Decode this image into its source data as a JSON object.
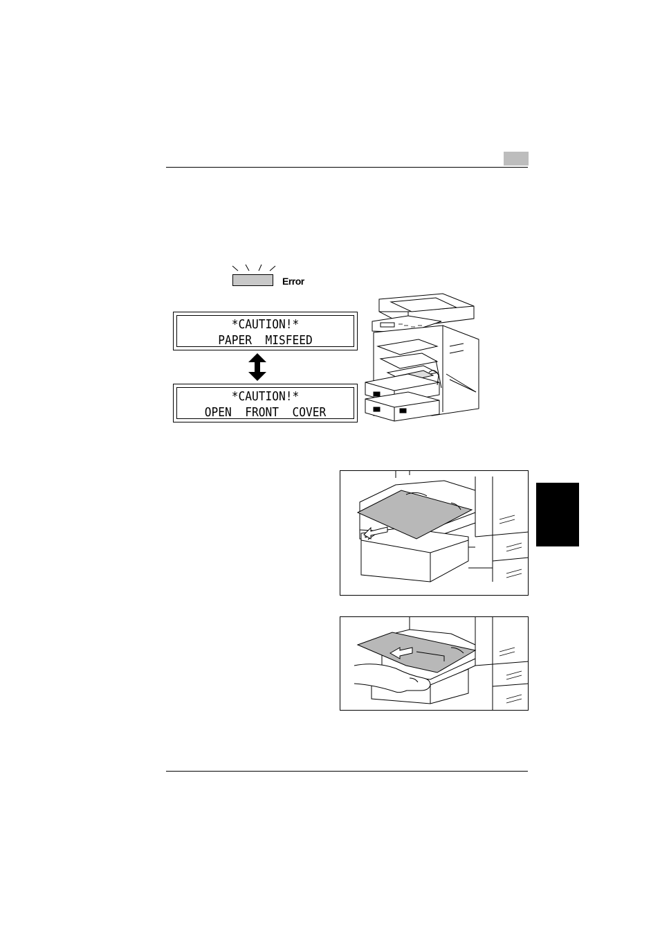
{
  "error_indicator": {
    "label": "Error"
  },
  "lcd_messages": [
    {
      "line1": "*CAUTION!*",
      "line2": "PAPER  MISFEED"
    },
    {
      "line1": "*CAUTION!*",
      "line2": "OPEN  FRONT  COVER"
    }
  ],
  "colors": {
    "lamp": "#c8c8c8",
    "chapter_tab": "#bdbdbd",
    "side_tab": "#000000",
    "paper_fill": "#b8b8b8"
  },
  "icons": [
    "lamp-flash-icon",
    "double-arrow-icon",
    "pull-out-arrow-icon"
  ]
}
